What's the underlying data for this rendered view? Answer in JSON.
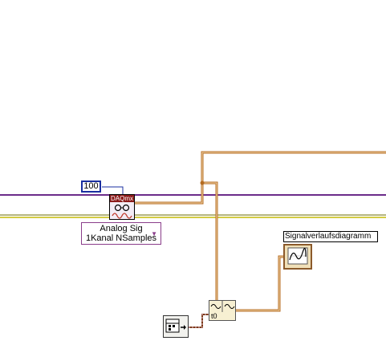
{
  "constant": {
    "value": "100"
  },
  "daqmx_read": {
    "title": "DAQmx"
  },
  "poly_selector": {
    "line1": "Analog Sig",
    "line2": "1Kanal NSamples"
  },
  "waveform_chart": {
    "label": "Signalverlaufsdiagramm"
  },
  "build_waveform": {
    "t0_label": "t0"
  },
  "colors": {
    "task_wire": "#6b2c8a",
    "error_wire": "#b2a500",
    "waveform_wire": "#b46a1e",
    "dbl_wire": "#d4823a",
    "constant_border": "#1a2fa0"
  }
}
